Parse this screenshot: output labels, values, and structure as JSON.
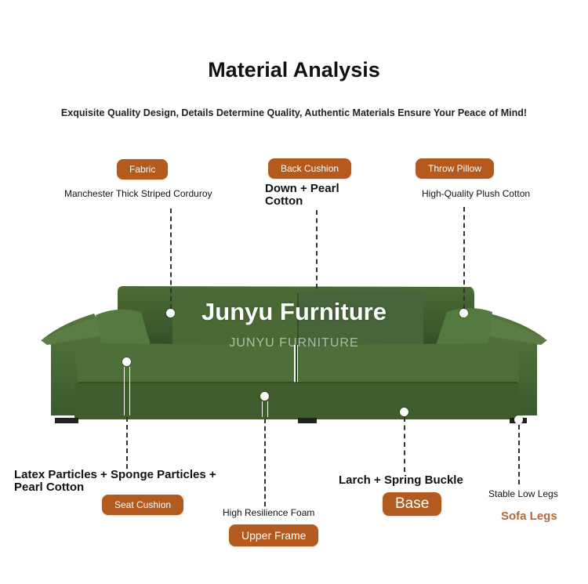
{
  "header": {
    "title": "Material Analysis",
    "subtitle": "Exquisite Quality Design, Details Determine Quality, Authentic Materials Ensure Your Peace of Mind!"
  },
  "watermark": {
    "brand": "Junyu Furniture",
    "brand_caps": "JUNYU FURNITURE"
  },
  "callouts": {
    "fabric": {
      "label": "Fabric",
      "desc": "Manchester Thick Striped Corduroy"
    },
    "back_cushion": {
      "label": "Back Cushion",
      "desc": "Down + Pearl Cotton"
    },
    "throw_pillow": {
      "label": "Throw Pillow",
      "desc": "High-Quality Plush Cotton"
    },
    "seat_cushion": {
      "label": "Seat Cushion",
      "desc": "Latex Particles + Sponge Particles + Pearl Cotton"
    },
    "upper_frame": {
      "label": "Upper Frame",
      "desc": "High Resilience Foam"
    },
    "base": {
      "label": "Base",
      "desc": "Larch + Spring Buckle"
    },
    "sofa_legs": {
      "label": "Sofa Legs",
      "desc": "Stable Low Legs"
    }
  },
  "colors": {
    "badge": "#b35a1f",
    "sofa_green": "#3f5a2c",
    "legs_label": "#b06a3e"
  }
}
